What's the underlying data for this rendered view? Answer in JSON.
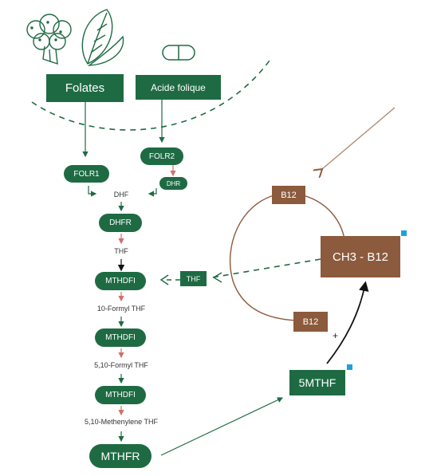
{
  "colors": {
    "green": "#1e6b43",
    "brown": "#8c5a3c",
    "red_arrow": "#d0706a",
    "accent_blue": "#1ba1e2"
  },
  "icons": [
    "broccoli-icon",
    "leafy-green-icon",
    "capsule-icon"
  ],
  "nodes": {
    "folates": "Folates",
    "acide_folique": "Acide folique",
    "folr1": "FOLR1",
    "folr2": "FOLR2",
    "dhr": "DHR",
    "dhf": "DHF",
    "dhfr": "DHFR",
    "thf": "THF",
    "mthdfi_1": "MTHDFI",
    "formyl_thf": "10-Formyl THF",
    "mthdfi_2": "MTHDFI",
    "formyl_510_thf": "5,10-Formyl THF",
    "mthdfi_3": "MTHDFI",
    "methenylene_thf": "5,10-Methenylene THF",
    "mthfr": "MTHFR",
    "thf_box": "THF",
    "b12_top": "B12",
    "b12_bottom": "B12",
    "ch3_b12": "CH3 - B12",
    "five_mthf": "5MTHF",
    "plus": "+"
  }
}
